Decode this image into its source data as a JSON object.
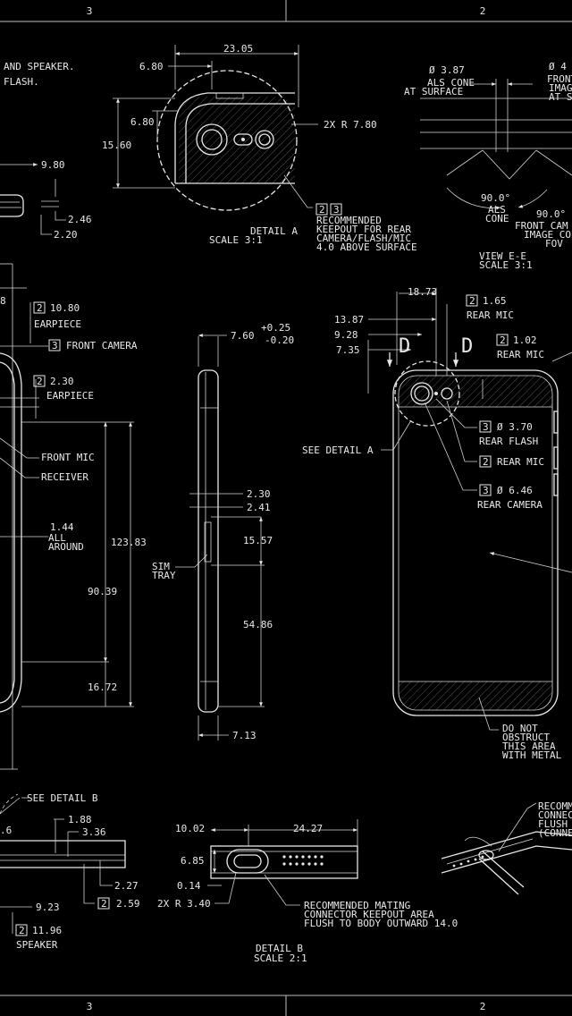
{
  "frame": {
    "zone_left": "3",
    "zone_right": "2"
  },
  "notes": {
    "and_speaker": "AND SPEAKER.",
    "flash": "FLASH.",
    "earpiece_label": "EARPIECE",
    "front_camera_label": "FRONT CAMERA",
    "earpiece2_label": "EARPIECE",
    "front_mic": "FRONT MIC",
    "receiver": "RECEIVER",
    "all_around_1": "1.44",
    "all_around_2": "ALL",
    "all_around_3": "AROUND",
    "sim_tray_1": "SIM",
    "sim_tray_2": "TRAY",
    "see_detail_a": "SEE DETAIL A",
    "see_detail_b": "SEE DETAIL B",
    "speaker": "SPEAKER",
    "rear_mic_1": "REAR MIC",
    "rear_mic_2": "REAR MIC",
    "rear_flash": "REAR FLASH",
    "rear_mic_3": "REAR MIC",
    "rear_camera": "REAR CAMERA",
    "do_not": [
      "DO NOT",
      "OBSTRUCT",
      "THIS AREA",
      "WITH METAL"
    ],
    "recommended_keepout": [
      "RECOMMENDED",
      "KEEPOUT FOR REAR",
      "CAMERA/FLASH/MIC",
      "4.0 ABOVE SURFACE"
    ],
    "mating": [
      "RECOMMENDED MATING",
      "CONNECTOR KEEPOUT AREA",
      "FLUSH TO BODY OUTWARD 14.0"
    ],
    "recomm_right": [
      "RECOMM",
      "CONNEC",
      "FLUSH",
      "(CONNE"
    ],
    "als_cone": [
      "ALS CONE",
      "AT SURFACE"
    ],
    "als_cone2": [
      "ALS",
      "CONE"
    ],
    "front_cam_right": [
      "FRONT",
      "IMAG",
      "AT S"
    ],
    "front_cam_fov": [
      "FRONT CAM",
      "IMAGE CO",
      "FOV"
    ],
    "r_label": "2X R 7.80",
    "r_label2": "2X R 3.40"
  },
  "callouts": {
    "earpiece_size": "10.80",
    "earpiece_box": "2",
    "front_camera_box": "3",
    "earpiece2_size": "2.30",
    "earpiece2_box": "2",
    "keepout_boxes": [
      "2",
      "3"
    ],
    "rear_mic_size": "1.65",
    "rear_mic_box": "2",
    "rear_mic2_size": "1.02",
    "rear_mic2_box": "2",
    "rear_flash_size": "Ø 3.70",
    "rear_flash_box": "3",
    "rear_mic3_box": "2",
    "rear_camera_size": "Ø 6.46",
    "rear_camera_box": "3",
    "detail_b_size1": "2.59",
    "detail_b_box1": "2",
    "speaker_size": "11.96",
    "speaker_box": "2"
  },
  "details": {
    "detail_a": "DETAIL A",
    "detail_a_scale": "SCALE 3:1",
    "detail_b": "DETAIL B",
    "detail_b_scale": "SCALE 2:1",
    "view_ee": "VIEW E-E",
    "view_ee_scale": "SCALE 3:1"
  },
  "dimensions": {
    "d_23_05": "23.05",
    "d_6_80a": "6.80",
    "d_6_80b": "6.80",
    "d_15_60": "15.60",
    "d_9_80": "9.80",
    "d_2_46": "2.46",
    "d_2_20": "2.20",
    "d_3_87": "Ø 3.87",
    "d_4": "Ø 4",
    "d_90a": "90.0°",
    "d_90b": "90.0°",
    "d_8": "8",
    "d_7_60": "7.60",
    "d_tol_plus": "+0.25",
    "d_tol_minus": "-0.20",
    "d_123_83": "123.83",
    "d_90_39": "90.39",
    "d_16_72": "16.72",
    "d_2_30": "2.30",
    "d_2_41": "2.41",
    "d_15_57": "15.57",
    "d_54_86": "54.86",
    "d_7_13": "7.13",
    "d_18_73": "18.73",
    "d_13_87": "13.87",
    "d_9_28": "9.28",
    "d_7_35": "7.35",
    "d_D1": "D",
    "d_D2": "D",
    "d_10_02": "10.02",
    "d_24_27": "24.27",
    "d_6_85": "6.85",
    "d_0_14": "0.14",
    "d_1_88": "1.88",
    "d_3_36": "3.36",
    "d_2_27": "2.27",
    "d_9_23": "9.23",
    "d_6": ".6"
  }
}
